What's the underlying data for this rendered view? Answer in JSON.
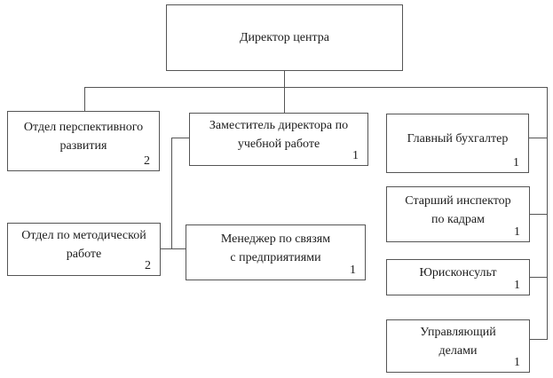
{
  "style": {
    "background": "#ffffff",
    "line_color": "#555555",
    "text_color": "#1c1c1c"
  },
  "diagram": {
    "type": "org-chart"
  },
  "nodes": {
    "director": {
      "label": "Директор центра"
    },
    "perspective_dept": {
      "label": "Отдел перспективного\nразвития",
      "count": "2"
    },
    "methodical_dept": {
      "label": "Отдел по методической\nработе",
      "count": "2"
    },
    "deputy_director": {
      "label": "Заместитель директора по\nучебной работе",
      "count": "1"
    },
    "enterprise_manager": {
      "label": "Менеджер по связям\nс предприятиями",
      "count": "1"
    },
    "chief_accountant": {
      "label": "Главный бухгалтер",
      "count": "1"
    },
    "hr_inspector": {
      "label": "Старший инспектор\nпо кадрам",
      "count": "1"
    },
    "legal_counsel": {
      "label": "Юрисконсульт",
      "count": "1"
    },
    "business_manager": {
      "label": "Управляющий\nделами",
      "count": "1"
    }
  }
}
